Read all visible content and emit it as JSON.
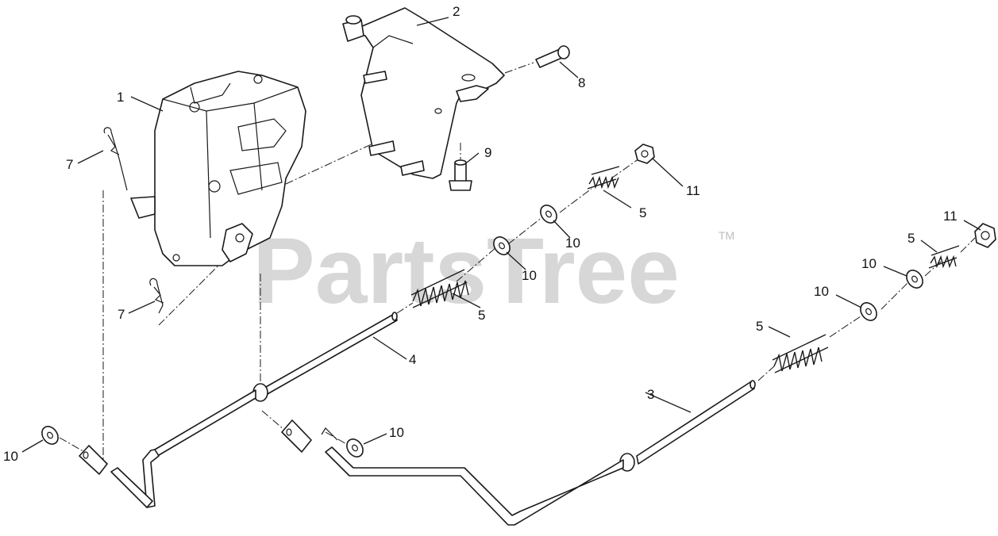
{
  "watermark": {
    "text": "PartsTree",
    "mark": "TM"
  },
  "callouts": {
    "c1": "1",
    "c2": "2",
    "c3": "3",
    "c4": "4",
    "c5a": "5",
    "c5b": "5",
    "c5c": "5",
    "c5d": "5",
    "c7a": "7",
    "c7b": "7",
    "c8": "8",
    "c9": "9",
    "c10a": "10",
    "c10b": "10",
    "c10c": "10",
    "c10d": "10",
    "c10e": "10",
    "c10f": "10",
    "c11a": "11",
    "c11b": "11"
  }
}
